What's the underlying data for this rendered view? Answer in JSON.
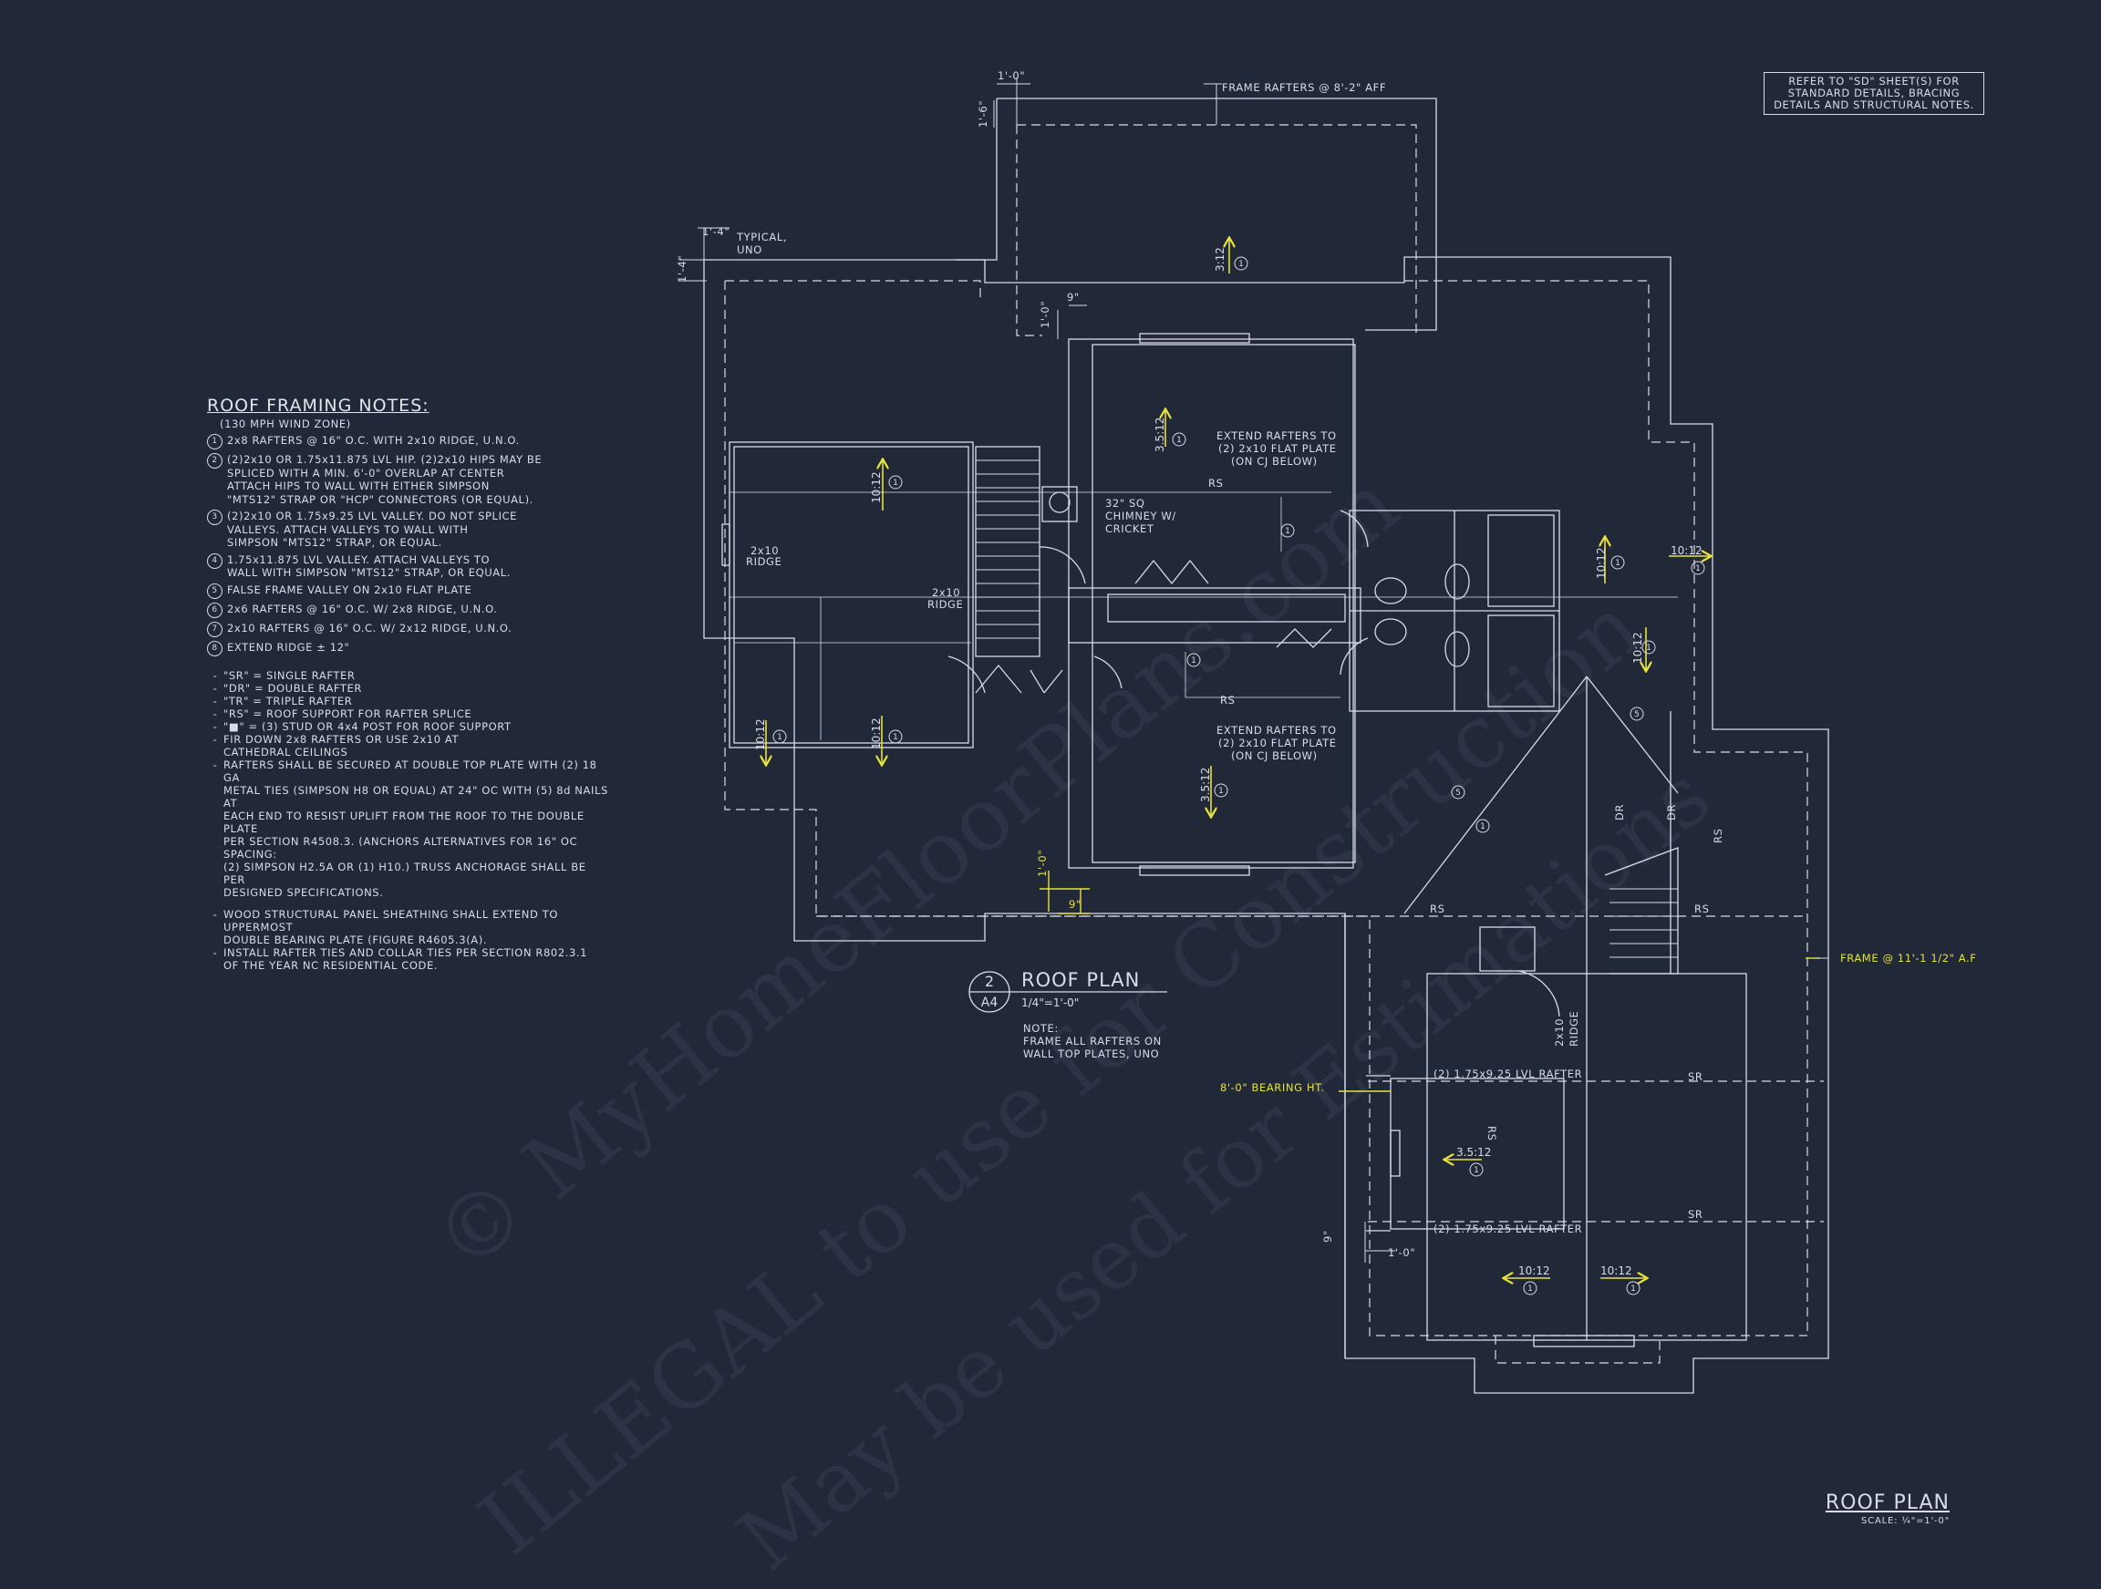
{
  "sheet": {
    "title": "ROOF PLAN",
    "scale": "SCALE: ¼\"=1'-0\"",
    "reference_note": [
      "REFER TO \"SD\" SHEET(S) FOR",
      "STANDARD DETAILS, BRACING",
      "DETAILS AND STRUCTURAL NOTES."
    ]
  },
  "notes": {
    "title": "ROOF FRAMING NOTES:",
    "wind_zone": "(130 MPH WIND ZONE)",
    "items": [
      {
        "num": "1",
        "lines": [
          "2x8 RAFTERS @ 16\" O.C. WITH 2x10 RIDGE, U.N.O."
        ]
      },
      {
        "num": "2",
        "lines": [
          "(2)2x10 OR 1.75x11.875 LVL HIP. (2)2x10 HIPS MAY BE",
          "SPLICED WITH A MIN. 6'-0\" OVERLAP AT CENTER",
          "ATTACH HIPS TO WALL WITH EITHER SIMPSON",
          "\"MTS12\" STRAP OR \"HCP\" CONNECTORS (OR EQUAL)."
        ]
      },
      {
        "num": "3",
        "lines": [
          "(2)2x10 OR 1.75x9.25 LVL VALLEY. DO NOT SPLICE",
          "VALLEYS. ATTACH VALLEYS TO WALL WITH",
          "SIMPSON \"MTS12\" STRAP, OR EQUAL."
        ]
      },
      {
        "num": "4",
        "lines": [
          "1.75x11.875 LVL VALLEY. ATTACH VALLEYS TO",
          "WALL WITH SIMPSON \"MTS12\" STRAP, OR EQUAL."
        ]
      },
      {
        "num": "5",
        "lines": [
          "FALSE FRAME VALLEY ON 2x10 FLAT PLATE"
        ]
      },
      {
        "num": "6",
        "lines": [
          "2x6 RAFTERS @ 16\" O.C. W/ 2x8 RIDGE, U.N.O."
        ]
      },
      {
        "num": "7",
        "lines": [
          "2x10 RAFTERS @ 16\" O.C. W/ 2x12 RIDGE, U.N.O."
        ]
      },
      {
        "num": "8",
        "lines": [
          "EXTEND RIDGE ± 12\""
        ]
      }
    ],
    "bullets_a": [
      "\"SR\" = SINGLE RAFTER",
      "\"DR\" = DOUBLE RAFTER",
      "\"TR\" = TRIPLE RAFTER",
      "\"RS\" = ROOF SUPPORT FOR RAFTER SPLICE",
      "\"■\" = (3) STUD OR 4x4 POST FOR ROOF SUPPORT",
      "FIR DOWN 2x8 RAFTERS OR USE 2x10 AT|CATHEDRAL CEILINGS",
      "RAFTERS SHALL BE SECURED AT DOUBLE TOP PLATE WITH (2) 18 GA|METAL TIES (SIMPSON H8 OR EQUAL) AT 24\" OC WITH (5) 8d NAILS AT|EACH END TO RESIST UPLIFT FROM THE ROOF TO THE DOUBLE PLATE|PER SECTION R4508.3. (ANCHORS ALTERNATIVES FOR 16\" OC SPACING:|(2) SIMPSON H2.5A OR (1) H10.) TRUSS ANCHORAGE SHALL BE PER|DESIGNED SPECIFICATIONS."
    ],
    "bullets_b": [
      "WOOD STRUCTURAL PANEL SHEATHING SHALL EXTEND TO UPPERMOST|DOUBLE BEARING PLATE (FIGURE R4605.3(A).",
      "INSTALL RAFTER TIES AND COLLAR TIES PER SECTION R802.3.1|OF THE YEAR NC RESIDENTIAL CODE."
    ]
  },
  "viewport": {
    "number": "2",
    "sheet": "A4",
    "title": "ROOF PLAN",
    "scale": "1/4\"=1'-0\"",
    "note_lines": [
      "NOTE:",
      "FRAME ALL RAFTERS ON",
      "WALL TOP PLATES, UNO"
    ]
  },
  "annotations": {
    "frame_rafters": "FRAME RAFTERS @ 8'-2\" AFF",
    "typical": "TYPICAL,",
    "uno": "UNO",
    "dim_1_0_top": "1'-0\"",
    "dim_1_6": "1'-6\"",
    "dim_1_4a": "1'-4\"",
    "dim_1_4b": "1'-4\"",
    "dim_1_0_mid": "1'-0\"",
    "dim_9_mid": "9\"",
    "dim_9_low": "9\"",
    "dim_1_0_low": "1'-0\"",
    "dim_9_sm": "9\"",
    "dim_1_0_sm": "1'-0\"",
    "ridge_left": "2x10",
    "ridge_left2": "RIDGE",
    "ridge_mid": "2x10",
    "ridge_mid2": "RIDGE",
    "ridge_rot": "2x10",
    "ridge_rot2": "RIDGE",
    "extend_a": [
      "EXTEND RAFTERS TO",
      "(2) 2x10 FLAT PLATE",
      "(ON CJ BELOW)"
    ],
    "extend_b": [
      "EXTEND RAFTERS TO",
      "(2) 2x10 FLAT PLATE",
      "(ON CJ BELOW)"
    ],
    "chimney": [
      "32\" SQ",
      "CHIMNEY W/",
      "CRICKET"
    ],
    "rs": "RS",
    "dr": "DR",
    "sr": "SR",
    "lvl_top": "(2) 1.75x9.25 LVL RAFTER",
    "lvl_bot": "(2) 1.75x9.25 LVL RAFTER",
    "bearing": "8'-0\" BEARING HT.",
    "frame_right": "FRAME @ 11'-1 1/2\" A.F",
    "key_1": "1",
    "key_5": "5"
  },
  "pitches": [
    "3:12",
    "3.5:12",
    "10:12",
    "10:12",
    "10:12",
    "10:12",
    "10:12",
    "10:12",
    "3.5:12",
    "3.5:12",
    "10:12",
    "10:12"
  ],
  "watermark": [
    "© MyHomeFloorPlans.com",
    "ILLEGAL to use for Construction",
    "May be used for Estimations"
  ],
  "colors": {
    "background": "#212838",
    "linework": "#d9dce6",
    "accent": "#e8e23a"
  }
}
